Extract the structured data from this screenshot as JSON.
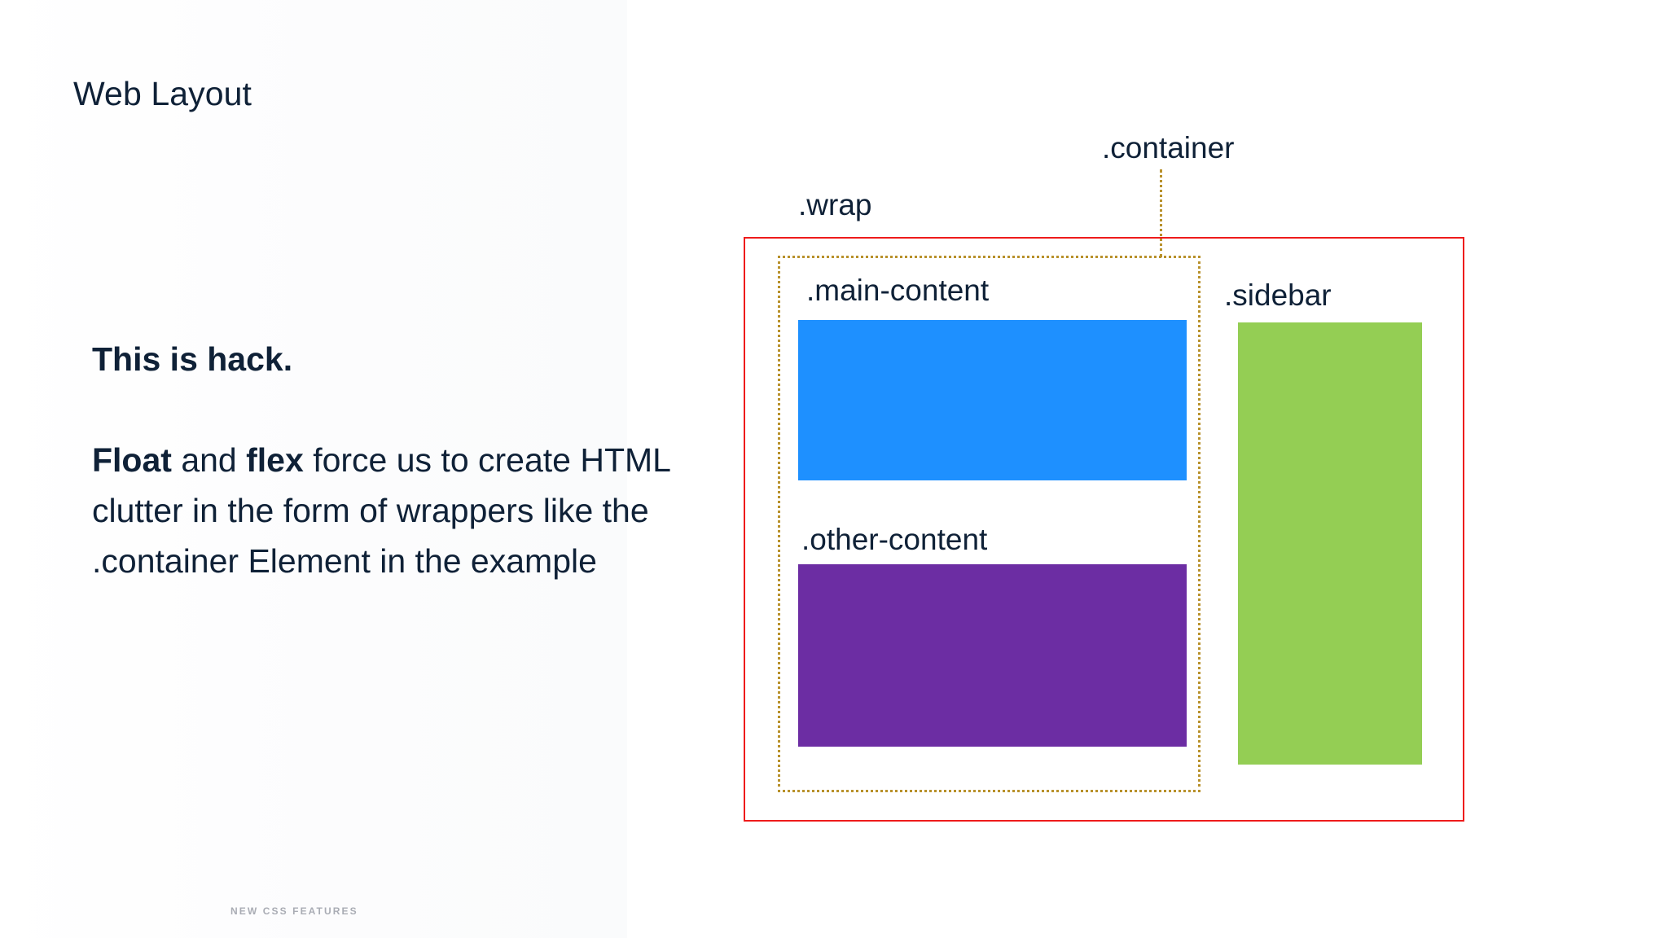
{
  "slide": {
    "title": "Web Layout",
    "footer": "NEW CSS FEATURES",
    "theme": {
      "text_color": "#0f2137",
      "footer_color": "#a9acb4",
      "background": "#ffffff"
    }
  },
  "body": {
    "lead": "This is hack.",
    "paragraph_bold_1": "Float",
    "paragraph_mid_1": " and ",
    "paragraph_bold_2": "flex",
    "paragraph_rest": " force us to create HTML clutter in the form of wrappers like the .container Element in the example"
  },
  "diagram": {
    "labels": {
      "wrap": ".wrap",
      "container": ".container",
      "main_content": ".main-content",
      "other_content": ".other-content",
      "sidebar": ".sidebar"
    },
    "colors": {
      "wrap_border": "#ee1b1b",
      "container_border": "#b8912b",
      "main_content_block": "#1e90ff",
      "other_content_block": "#6c2da3",
      "sidebar_block": "#94ce54"
    }
  }
}
